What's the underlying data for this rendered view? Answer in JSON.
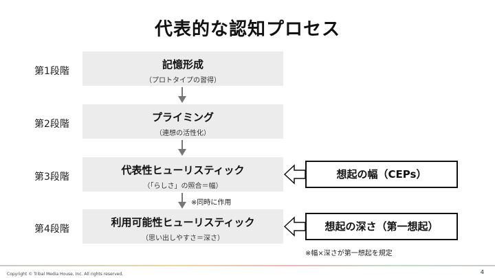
{
  "title": "代表的な認知プロセス",
  "stages": [
    {
      "label": "第1段階",
      "main": "記憶形成",
      "sub": "（プロトタイプの習得）"
    },
    {
      "label": "第2段階",
      "main": "プライミング",
      "sub": "（連想の活性化）"
    },
    {
      "label": "第3段階",
      "main": "代表性ヒューリスティック",
      "sub": "（「らしさ」の照合＝幅）"
    },
    {
      "label": "第4段階",
      "main": "利用可能性ヒューリスティック",
      "sub": "（思い出しやすさ＝深さ）"
    }
  ],
  "note_mid": "※同時に作用",
  "callouts": [
    "想起の幅（CEPs）",
    "想起の深さ（第一想起）"
  ],
  "note_bottom": "※幅×深さが第一想起を規定",
  "footer": {
    "copyright": "Copyright © Tribal Media House, Inc. All rights reserved.",
    "page": "4"
  }
}
